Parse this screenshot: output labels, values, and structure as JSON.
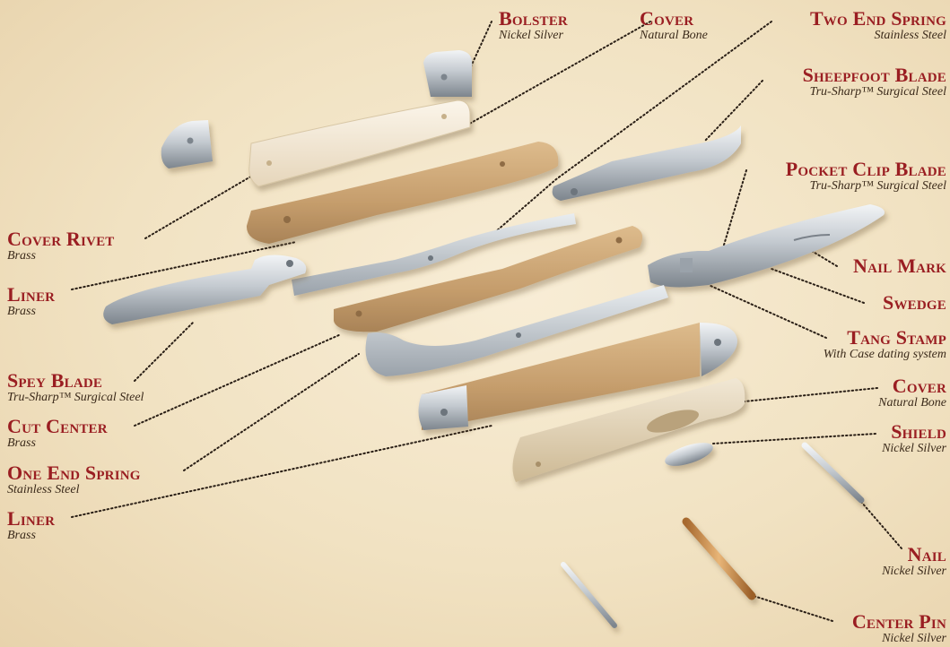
{
  "labels": {
    "bolster": {
      "title": "Bolster",
      "sub": "Nickel Silver"
    },
    "cover_top": {
      "title": "Cover",
      "sub": "Natural Bone"
    },
    "two_end_spring": {
      "title": "Two End Spring",
      "sub": "Stainless Steel"
    },
    "sheepfoot_blade": {
      "title": "Sheepfoot Blade",
      "sub": "Tru-Sharp™ Surgical Steel"
    },
    "pocket_clip_blade": {
      "title": "Pocket Clip Blade",
      "sub": "Tru-Sharp™ Surgical Steel"
    },
    "nail_mark": {
      "title": "Nail Mark"
    },
    "swedge": {
      "title": "Swedge"
    },
    "tang_stamp": {
      "title": "Tang Stamp",
      "sub": "With Case dating system"
    },
    "cover_bottom": {
      "title": "Cover",
      "sub": "Natural Bone"
    },
    "shield": {
      "title": "Shield",
      "sub": "Nickel Silver"
    },
    "nail": {
      "title": "Nail",
      "sub": "Nickel Silver"
    },
    "center_pin": {
      "title": "Center Pin",
      "sub": "Nickel Silver"
    },
    "cover_rivet": {
      "title": "Cover Rivet",
      "sub": "Brass"
    },
    "liner_top": {
      "title": "Liner",
      "sub": "Brass"
    },
    "spey_blade": {
      "title": "Spey Blade",
      "sub": "Tru-Sharp™ Surgical Steel"
    },
    "cut_center": {
      "title": "Cut Center",
      "sub": "Brass"
    },
    "one_end_spring": {
      "title": "One End Spring",
      "sub": "Stainless Steel"
    },
    "liner_bottom": {
      "title": "Liner",
      "sub": "Brass"
    }
  },
  "colors": {
    "label_title": "#9a1e22",
    "label_sub": "#3b2a1a",
    "leader": "#2a1f16",
    "bone": "#f3e9d6",
    "brass": "#c9a273",
    "steel": "#c9ced3"
  }
}
